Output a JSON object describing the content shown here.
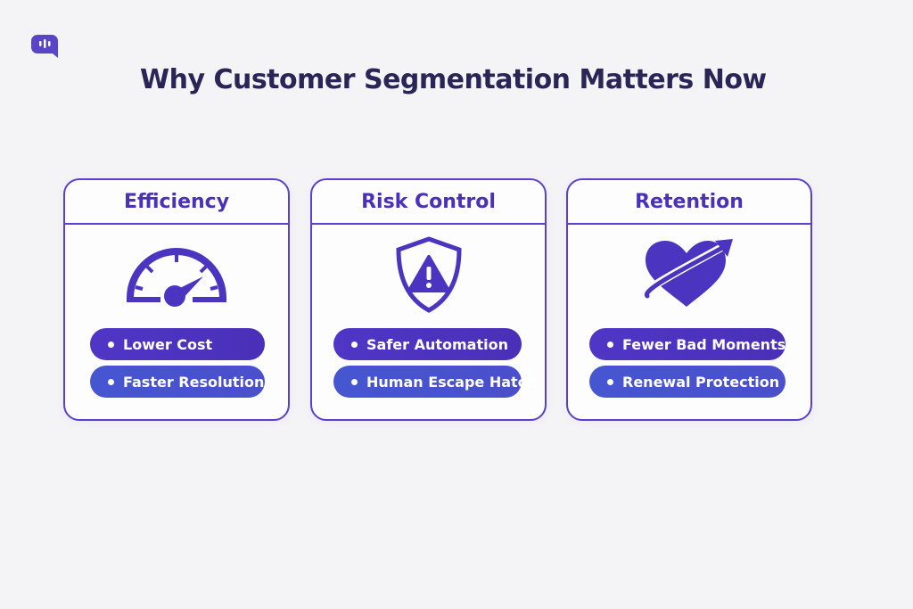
{
  "title": "Why Customer Segmentation Matters Now",
  "cards": [
    {
      "heading": "Efficiency",
      "icon": "speedometer-icon",
      "points": [
        "Lower Cost",
        "Faster Resolution"
      ]
    },
    {
      "heading": "Risk Control",
      "icon": "shield-warning-icon",
      "points": [
        "Safer Automation",
        "Human Escape Hatch"
      ]
    },
    {
      "heading": "Retention",
      "icon": "heart-arrow-icon",
      "points": [
        "Fewer Bad Moments",
        "Renewal Protection"
      ]
    }
  ],
  "colors": {
    "accent": "#5a3fd0",
    "title": "#2a2556",
    "background": "#f4f4f7"
  }
}
